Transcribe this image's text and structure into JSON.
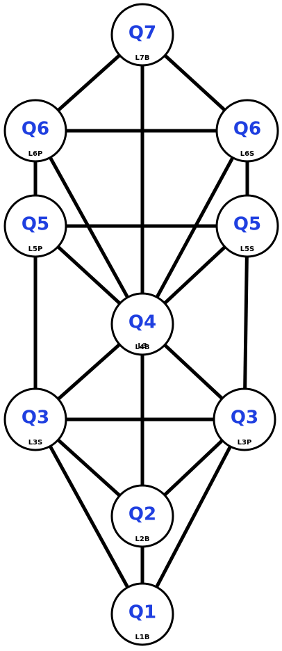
{
  "colors": {
    "title": "#1f3fe0",
    "edge": "#000000",
    "node_fill": "#ffffff"
  },
  "nodes": [
    {
      "id": "q7",
      "title": "Q7",
      "label": "L7B"
    },
    {
      "id": "q6p",
      "title": "Q6",
      "label": "L6P"
    },
    {
      "id": "q6s",
      "title": "Q6",
      "label": "L6S"
    },
    {
      "id": "q5p",
      "title": "Q5",
      "label": "L5P"
    },
    {
      "id": "q5s",
      "title": "Q5",
      "label": "L5S"
    },
    {
      "id": "q4",
      "title": "Q4",
      "label": "L4B",
      "label_overlap": "L3"
    },
    {
      "id": "q3s",
      "title": "Q3",
      "label": "L3S"
    },
    {
      "id": "q3p",
      "title": "Q3",
      "label": "L3P"
    },
    {
      "id": "q2",
      "title": "Q2",
      "label": "L2B"
    },
    {
      "id": "q1",
      "title": "Q1",
      "label": "L1B"
    }
  ],
  "edges": [
    [
      "q7",
      "q6p"
    ],
    [
      "q7",
      "q6s"
    ],
    [
      "q7",
      "q4"
    ],
    [
      "q6p",
      "q6s"
    ],
    [
      "q6p",
      "q5p"
    ],
    [
      "q6p",
      "q4"
    ],
    [
      "q6s",
      "q5s"
    ],
    [
      "q6s",
      "q4"
    ],
    [
      "q5p",
      "q5s"
    ],
    [
      "q5p",
      "q4"
    ],
    [
      "q5p",
      "q3s"
    ],
    [
      "q5s",
      "q4"
    ],
    [
      "q5s",
      "q3p"
    ],
    [
      "q4",
      "q3s"
    ],
    [
      "q4",
      "q3p"
    ],
    [
      "q4",
      "q2"
    ],
    [
      "q3s",
      "q3p"
    ],
    [
      "q3s",
      "q2"
    ],
    [
      "q3s",
      "q1"
    ],
    [
      "q3p",
      "q2"
    ],
    [
      "q3p",
      "q1"
    ],
    [
      "q2",
      "q1"
    ]
  ]
}
